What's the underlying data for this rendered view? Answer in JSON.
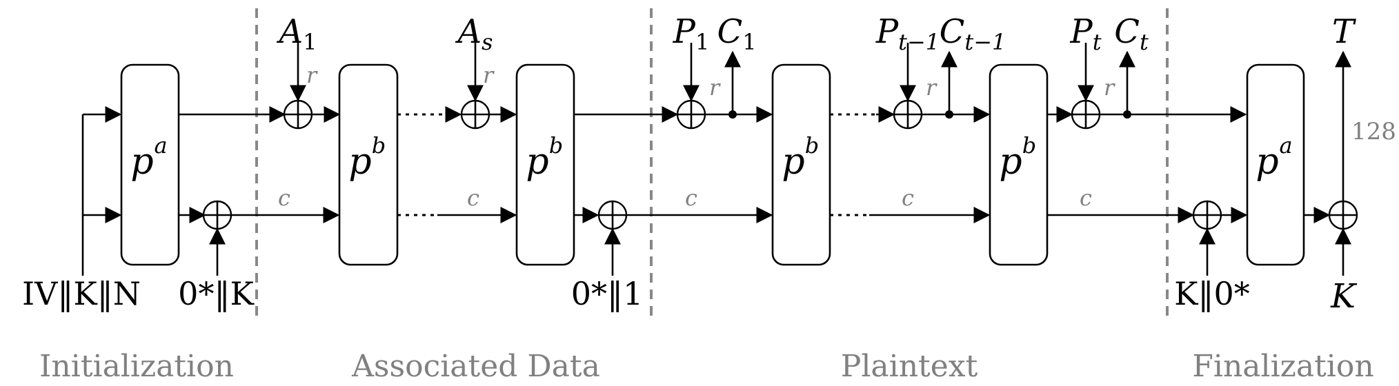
{
  "phases": {
    "init": "Initialization",
    "ad": "Associated Data",
    "pt": "Plaintext",
    "fin": "Finalization"
  },
  "perm": {
    "pa": {
      "base": "p",
      "sup": "a"
    },
    "pb": {
      "base": "p",
      "sup": "b"
    }
  },
  "inputs": {
    "iv": "IV‖K‖N",
    "zk": "0*‖K",
    "z1": "0*‖1",
    "kz": "K‖0*",
    "k": "K",
    "t": "T",
    "tag_bits": "128"
  },
  "blocks": {
    "a1": {
      "base": "A",
      "sub": "1"
    },
    "as": {
      "base": "A",
      "sub": "s"
    },
    "p1": {
      "base": "P",
      "sub": "1"
    },
    "c1": {
      "base": "C",
      "sub": "1"
    },
    "pt1": {
      "base": "P",
      "sub": "t−1"
    },
    "ct1": {
      "base": "C",
      "sub": "t−1"
    },
    "pt": {
      "base": "P",
      "sub": "t"
    },
    "ct": {
      "base": "C",
      "sub": "t"
    }
  },
  "rate": "r",
  "capacity": "c",
  "colors": {
    "ink": "#000000",
    "gray": "#808080"
  }
}
